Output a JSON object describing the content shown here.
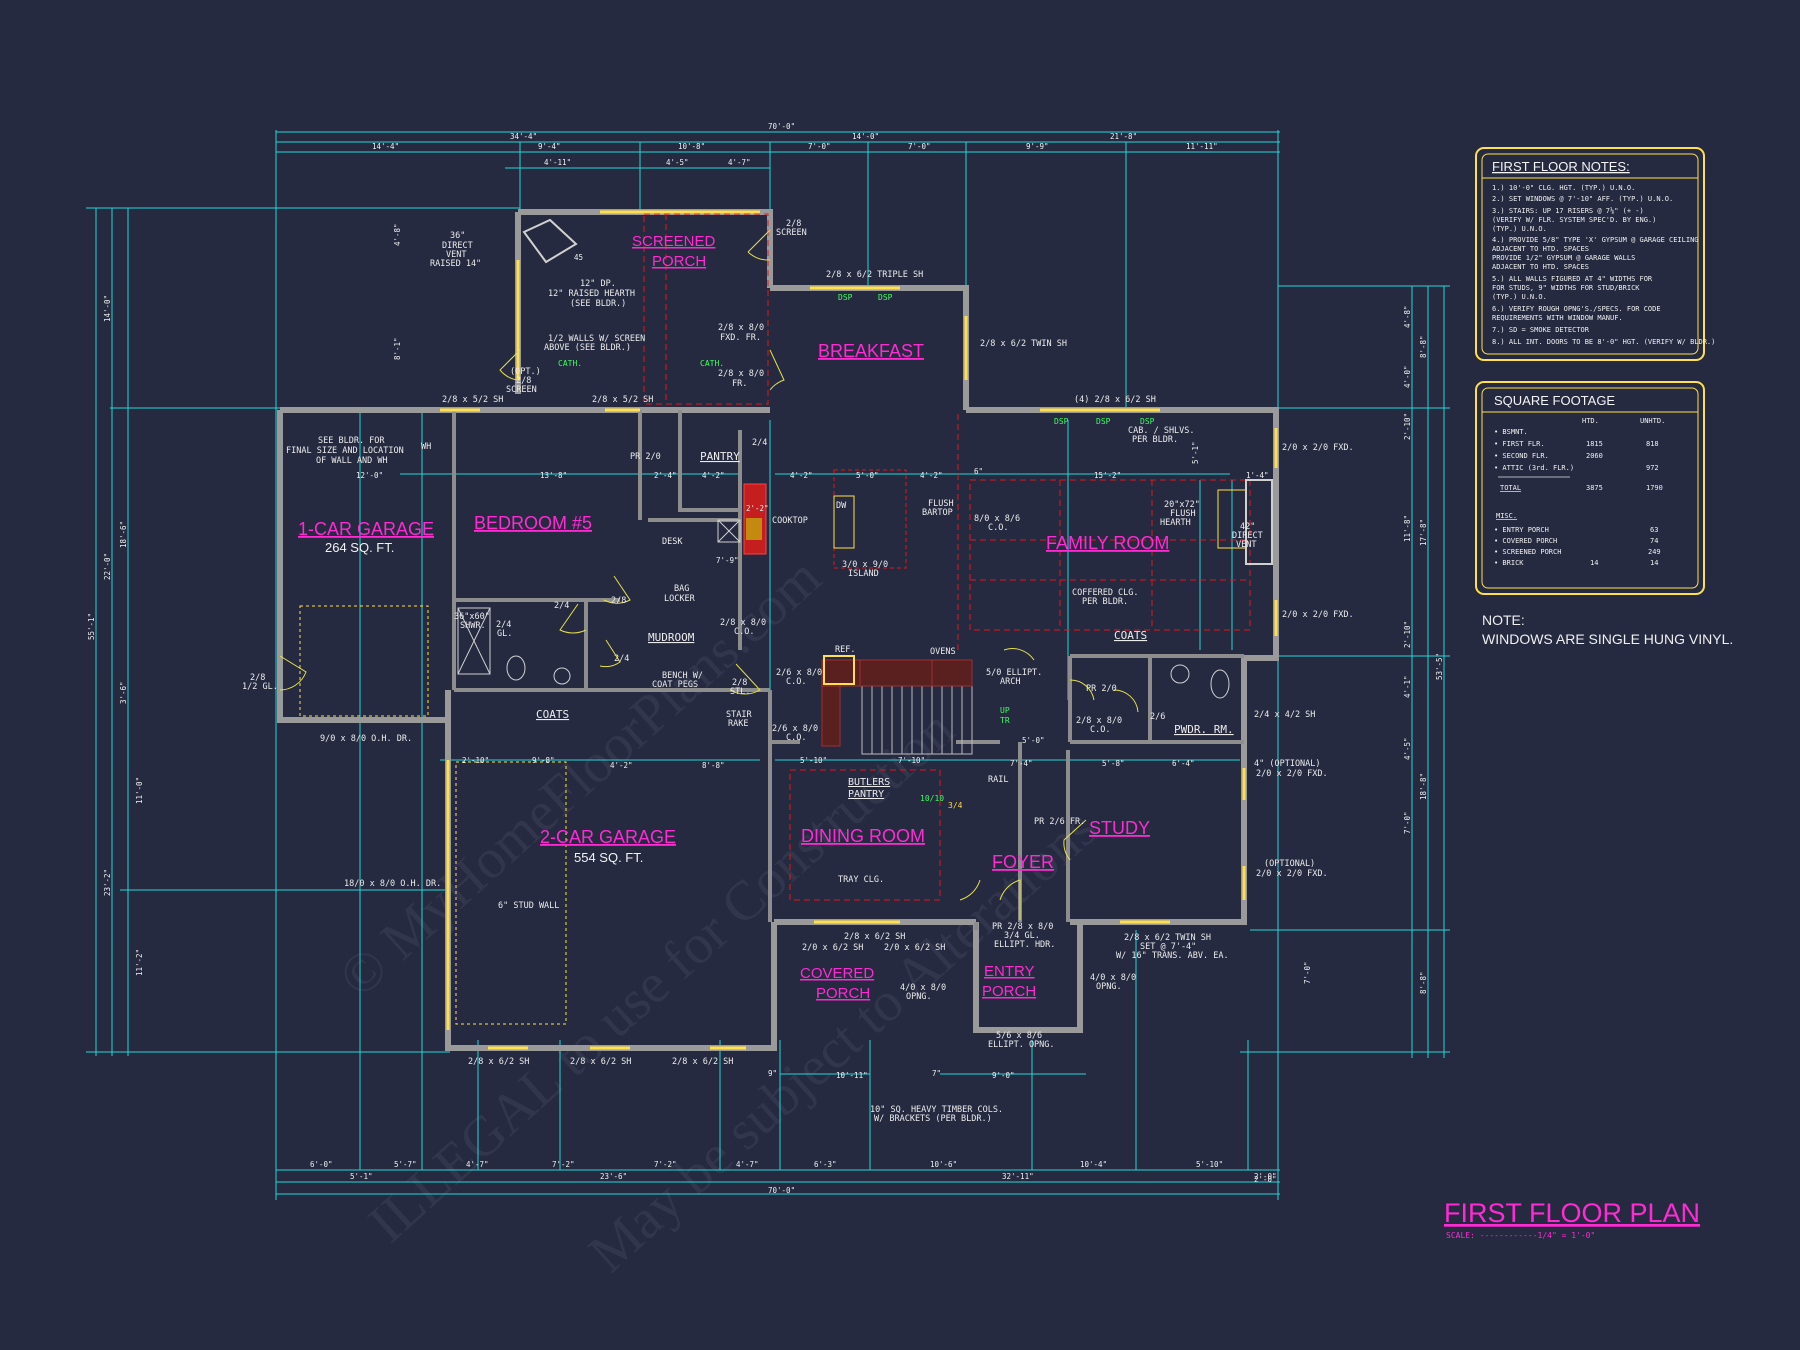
{
  "watermark": {
    "line1": "© MyHomeFloorPlans.com",
    "line2": "ILLEGAL to use for Construction",
    "line3": "May be subject to Alterations"
  },
  "rooms": {
    "garage1": {
      "name": "1-CAR GARAGE",
      "area": "264 SQ. FT."
    },
    "garage2": {
      "name": "2-CAR GARAGE",
      "area": "554 SQ. FT."
    },
    "bedroom5": "BEDROOM #5",
    "screened_porch": [
      "SCREENED",
      "PORCH"
    ],
    "breakfast": "BREAKFAST",
    "family_room": "FAMILY ROOM",
    "dining_room": "DINING ROOM",
    "foyer": "FOYER",
    "study": "STUDY",
    "covered_porch": [
      "COVERED",
      "PORCH"
    ],
    "entry_porch": [
      "ENTRY",
      "PORCH"
    ],
    "pantry": "PANTRY",
    "mudroom": "MUDROOM",
    "pwdr_rm": "PWDR. RM.",
    "coats_1": "COATS",
    "coats_2": "COATS",
    "butlers_pantry": [
      "BUTLERS",
      "PANTRY"
    ]
  },
  "labels": {
    "direct_vent": [
      "36\"",
      "DIRECT",
      "VENT",
      "RAISED 14\""
    ],
    "hearth": [
      "12\" DP.",
      "12\" RAISED HEARTH",
      "(SEE BLDR.)"
    ],
    "half_walls": [
      "1/2 WALLS W/ SCREEN",
      "ABOVE (SEE BLDR.)"
    ],
    "cath_1": "CATH.",
    "cath_2": "CATH.",
    "opt_screen": [
      "(OPT.)",
      "2/8",
      "SCREEN"
    ],
    "screen_door": [
      "2/8",
      "SCREEN"
    ],
    "fxd_fr": [
      "2/8 x 8/0",
      "FXD. FR."
    ],
    "fr": [
      "2/8 x 8/0",
      "FR."
    ],
    "triple_sh": "2/8 x 6/2 TRIPLE SH",
    "twin_sh_breakfast": "2/8 x 6/2 TWIN SH",
    "dsp_1": "DSP",
    "dsp_2": "DSP",
    "sh_52_1": "2/8 x 5/2 SH",
    "sh_52_2": "2/8 x 5/2 SH",
    "four_sh": "(4) 2/8 x 6/2 SH",
    "dsp_3": "DSP",
    "dsp_4": "DSP",
    "dsp_5": "DSP",
    "cab_shlvs": [
      "CAB. / SHLVS.",
      "PER BLDR."
    ],
    "fxd_1": "2/0 x 2/0 FXD.",
    "fxd_2": "2/0 x 2/0 FXD.",
    "flush_hearth": [
      "20\"x72\"",
      "FLUSH",
      "HEARTH"
    ],
    "direct_vent_42": [
      "42\"",
      "DIRECT",
      "VENT"
    ],
    "see_bldr": [
      "SEE BLDR. FOR",
      "FINAL SIZE AND LOCATION",
      "OF WALL AND WH"
    ],
    "wh": "WH",
    "pr_20": "PR 2/0",
    "dw": "DW",
    "flush_bartop": [
      "FLUSH",
      "BARTOP"
    ],
    "island": [
      "3/0 x 9/0",
      "ISLAND"
    ],
    "cooktop": "COOKTOP",
    "co_816": [
      "8/0 x 8/6",
      "C.O."
    ],
    "desk": "DESK",
    "bag_locker": [
      "BAG",
      "LOCKER"
    ],
    "co_2810": [
      "2/8 x 8/0",
      "C.O."
    ],
    "coffered": [
      "COFFERED CLG.",
      "PER BLDR."
    ],
    "shwr": [
      "36\"x60\"",
      "SHWR."
    ],
    "gl_24": [
      "2/4",
      "GL."
    ],
    "door_24_a": "2/4",
    "door_24_b": "2/4",
    "door_28": "2/8",
    "door_24_pantry": "2/4",
    "bench": [
      "BENCH W/",
      "COAT PEGS"
    ],
    "stl": [
      "2/8",
      "STL."
    ],
    "ref": "REF.",
    "ovens": "OVENS",
    "co_2610": [
      "2/6 x 8/0",
      "C.O."
    ],
    "ellipt_arch": [
      "5/0 ELLIPT.",
      "ARCH"
    ],
    "pr_20_b": "PR 2/0",
    "co_2810_b": [
      "2/8 x 8/0",
      "C.O."
    ],
    "door_26": "2/6",
    "sh_244": "2/4 x 4/2 SH",
    "stair_rake": [
      "STAIR",
      "RAKE"
    ],
    "co_2610_b": [
      "2/6 x 8/0",
      "C.O."
    ],
    "up": "UP",
    "tr": "TR",
    "rail": "RAIL",
    "gl_12": [
      "2/8",
      "1/2 GL."
    ],
    "oh_dr_9": "9/0 x 8/0 O.H. DR.",
    "oh_dr_18": "18/0 x 8/0 O.H. DR.",
    "stud_wall": "6\" STUD WALL",
    "tray": "TRAY CLG.",
    "pr_26": "PR 2/6 FR.",
    "optional_1": [
      "4\" (OPTIONAL)",
      "2/0 x 2/0 FXD."
    ],
    "optional_2": [
      "(OPTIONAL)",
      "2/0 x 2/0 FXD."
    ],
    "dining_sh": "2/8 x 6/2 SH",
    "dining_sh_2": "2/0 x 6/2 SH",
    "dining_sh_3": "2/0 x 6/2 SH",
    "pr_28": [
      "PR 2/8 x 8/0",
      "3/4 GL.",
      "ELLIPT. HDR."
    ],
    "study_twin": [
      "2/8 x 6/2 TWIN SH",
      "SET @ 7'-4\"",
      "W/ 16\" TRANS. ABV. EA."
    ],
    "opng_1": [
      "4/0 x 8/0",
      "OPNG."
    ],
    "opng_2": [
      "4/0 x 8/0",
      "OPNG."
    ],
    "ellipt_opng": [
      "5/6 x 8/6",
      "ELLIPT. OPNG."
    ],
    "garage_sh_1": "2/8 x 6/2 SH",
    "garage_sh_2": "2/8 x 6/2 SH",
    "garage_sh_3": "2/8 x 6/2 SH",
    "timber": [
      "10\" SQ. HEAVY TIMBER COLS.",
      "W/ BRACKETS (PER BLDR.)"
    ],
    "dim_1010": "10/10",
    "dim_34": "3/4",
    "dim_45": "45"
  },
  "dims_top": [
    "70'-0\"",
    "34'-4\"",
    "14'-0\"",
    "21'-8\"",
    "14'-4\"",
    "9'-4\"",
    "10'-8\"",
    "7'-0\"",
    "7'-0\"",
    "9'-9\"",
    "11'-11\"",
    "4'-11\"",
    "4'-5\"",
    "4'-7\""
  ],
  "dims_bottom": [
    "6'-0\"",
    "5'-7\"",
    "4'-7\"",
    "7'-2\"",
    "7'-2\"",
    "4'-7\"",
    "6'-3\"",
    "10'-6\"",
    "10'-4\"",
    "5'-10\"",
    "5'-1\"",
    "23'-6\"",
    "32'-11\"",
    "2'-0\"",
    "70'-0\""
  ],
  "dims_interior": [
    "12'-0\"",
    "13'-8\"",
    "4'-2\"",
    "5'-0\"",
    "4'-2\"",
    "15'-2\"",
    "4'-2\"",
    "2'-2\"",
    "7'-9\"",
    "9'-8\"",
    "4'-2\"",
    "8'-8\"",
    "5'-10\"",
    "7'-10\"",
    "7'-4\"",
    "5'-8\"",
    "6'-4\"",
    "5'-0\"",
    "10'-11\"",
    "9'-0\"",
    "6\"",
    "9\"",
    "7\"",
    "2'-10\"",
    "2'-0\"",
    "2'-4\"",
    "1'-4\""
  ],
  "dims_left": [
    "14'-0\"",
    "8'-1\"",
    "4'-8\"",
    "18'-6\"",
    "22'-0\"",
    "55'-1\"",
    "3'-6\"",
    "11'-0\"",
    "23'-2\"",
    "11'-2\""
  ],
  "dims_right": [
    "4'-8\"",
    "8'-8\"",
    "4'-0\"",
    "2'-10\"",
    "5'-1\"",
    "11'-8\"",
    "17'-8\"",
    "2'-10\"",
    "4'-1\"",
    "4'-5\"",
    "7'-0\"",
    "18'-8\"",
    "53'-5\"",
    "7'-0\"",
    "8'-8\""
  ],
  "notes": {
    "title": "FIRST FLOOR NOTES:",
    "items": [
      "1.) 10'-0\" CLG. HGT. (TYP.) U.N.O.",
      "2.) SET WINDOWS @ 7'-10\" AFF. (TYP.) U.N.O.",
      "3.) STAIRS: UP 17 RISERS @ 7⅛\" (+ -)",
      "    (VERIFY W/ FLR. SYSTEM SPEC'D. BY ENG.)",
      "    (TYP.) U.N.O.",
      "4.) PROVIDE 5/8\" TYPE 'X' GYPSUM @ GARAGE CEILING",
      "    ADJACENT TO HTD. SPACES",
      "    PROVIDE 1/2\" GYPSUM @ GARAGE WALLS",
      "    ADJACENT TO HTD. SPACES",
      "5.) ALL WALLS FIGURED AT 4\" WIDTHS FOR",
      "    FOR STUDS, 9\" WIDTHS FOR STUD/BRICK",
      "    (TYP.) U.N.O.",
      "6.) VERIFY ROUGH OPNG'S./SPECS. FOR CODE",
      "    REQUIREMENTS WITH WINDOW MANUF.",
      "7.) SD = SMOKE DETECTOR",
      "8.) ALL INT. DOORS TO BE 8'-0\" HGT. (VERIFY W/ BLDR.)"
    ]
  },
  "sqft": {
    "title": "SQUARE FOOTAGE",
    "col_htd": "HTD.",
    "col_unhtd": "UNHTD.",
    "rows": [
      {
        "label": "• BSMNT.",
        "htd": "",
        "unhtd": ""
      },
      {
        "label": "• FIRST FLR.",
        "htd": "1815",
        "unhtd": "818"
      },
      {
        "label": "• SECOND FLR.",
        "htd": "2060",
        "unhtd": ""
      },
      {
        "label": "• ATTIC (3rd. FLR.)",
        "htd": "",
        "unhtd": "972"
      }
    ],
    "total": {
      "label": "TOTAL",
      "htd": "3875",
      "unhtd": "1790"
    },
    "misc_title": "MISC.",
    "misc": [
      {
        "label": "• ENTRY PORCH",
        "htd": "",
        "unhtd": "63"
      },
      {
        "label": "• COVERED PORCH",
        "htd": "",
        "unhtd": "74"
      },
      {
        "label": "• SCREENED PORCH",
        "htd": "",
        "unhtd": "249"
      },
      {
        "label": "• BRICK",
        "htd": "14",
        "unhtd": "14"
      }
    ]
  },
  "note": {
    "title": "NOTE:",
    "text": "WINDOWS ARE SINGLE HUNG VINYL."
  },
  "title_block": {
    "title": "FIRST FLOOR PLAN",
    "scale": "SCALE: ------------1/4\" = 1'-0\""
  },
  "colors": {
    "background": "#252a40",
    "walls": "#9a9a9a",
    "dimensions": "#22d6d6",
    "room_names": "#ff2ad4",
    "windows": "#ffe04a",
    "ceilings": "#e01818",
    "fixtures_green": "#40ff60"
  }
}
